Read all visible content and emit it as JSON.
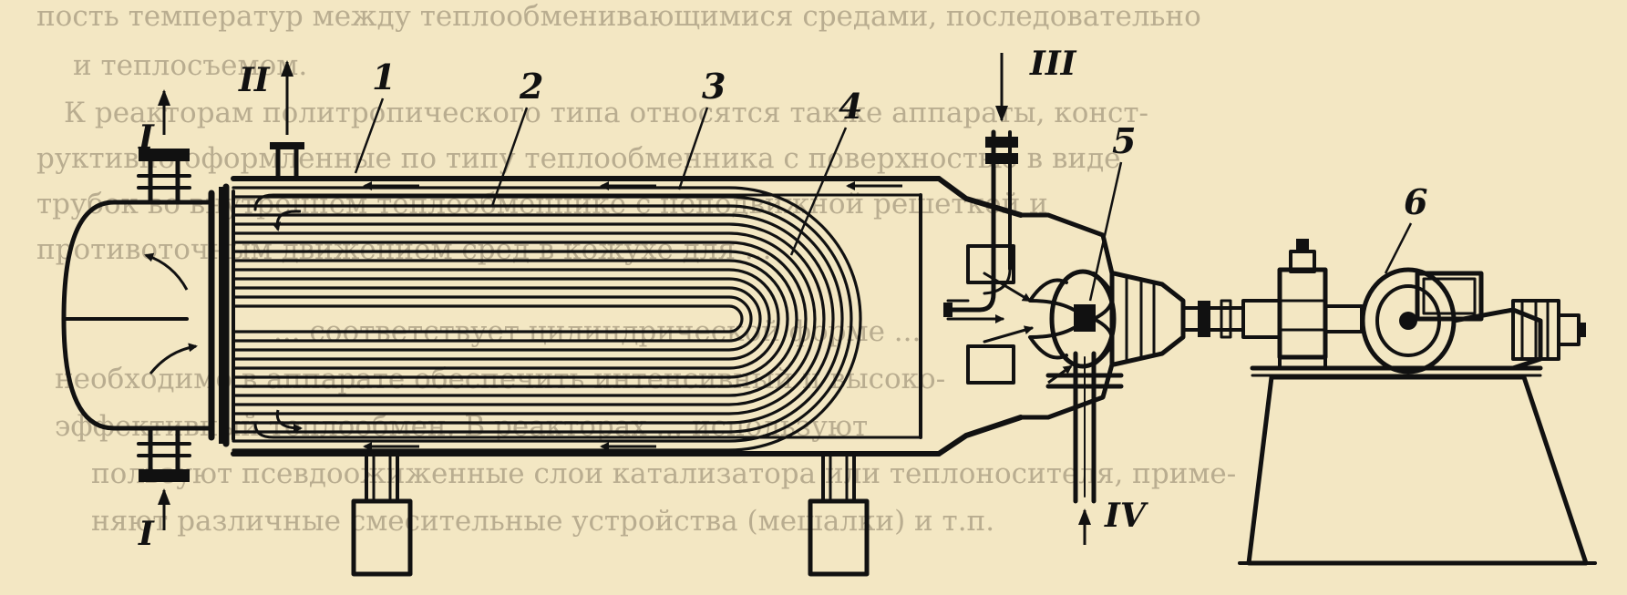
{
  "colors": {
    "background": "#f3e7c3",
    "ink": "#111111",
    "bleed_text": "#b9ad90"
  },
  "background_text": [
    "пость температур между теплообменивающимися средами, последовательно",
    "и теплосъемом.",
    "К реакторам политропического типа относятся также аппараты, конст-",
    "руктивно оформленные по типу теплообменника с поверхностью в виде",
    "трубок во внутреннем теплообменнике с неподвижной решеткой и",
    "противоточным движением сред в кожухе для ...",
    "... соответствует цилиндрической форме ...",
    "необходимо в аппарате обеспечить интенсивный и высоко-",
    "эффективный теплообмен. В реакторах ... используют",
    "пользуют псевдоожиженные слои катализатора или теплоносителя, приме-",
    "няют различные смесительные устройства (мешалки) и т.п."
  ],
  "flow_labels": {
    "inlet_bottom": "I",
    "outlet_top": "I",
    "outlet_shell": "II",
    "inlet_top": "III",
    "inlet_bottom_pump": "IV"
  },
  "part_numbers": [
    "1",
    "2",
    "3",
    "4",
    "5",
    "6"
  ]
}
